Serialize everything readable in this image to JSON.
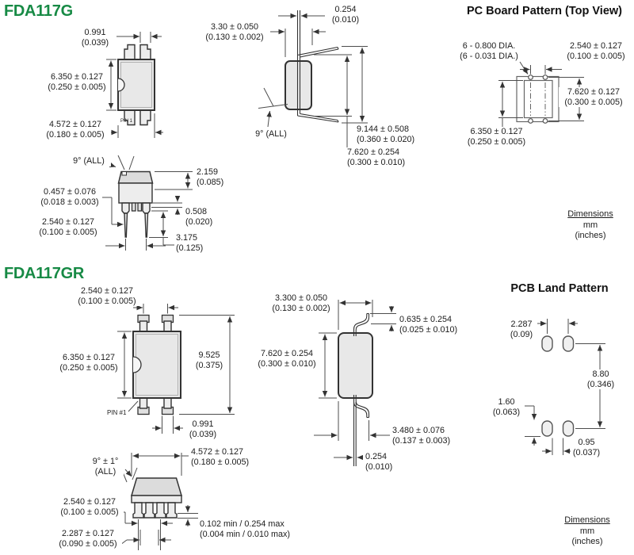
{
  "palette": {
    "accent_green": "#178a45",
    "ink": "#1c1c1c",
    "line": "#4a4a4a",
    "body_fill": "#e8e8e8"
  },
  "notes": {
    "top": {
      "title": "Dimensions",
      "unit_mm": "mm",
      "unit_inches": "(inches)"
    },
    "bottom": {
      "title": "Dimensions",
      "unit_mm": "mm",
      "unit_inches": "(inches)"
    }
  },
  "fda117g": {
    "title": "FDA117G",
    "front": {
      "lead_width": {
        "mm": "0.991",
        "in": "(0.039)"
      },
      "body_height": {
        "mm": "6.350 ± 0.127",
        "in": "(0.250 ± 0.005)"
      },
      "body_width": {
        "mm": "4.572 ± 0.127",
        "in": "(0.180 ± 0.005)"
      },
      "pin1": "PIN 1"
    },
    "side": {
      "lead_thickness": {
        "mm": "0.254",
        "in": "(0.010)"
      },
      "body_depth": {
        "mm": "3.30 ± 0.050",
        "in": "(0.130 ± 0.002)"
      },
      "angle": "9° (ALL)",
      "lead_span": {
        "mm": "9.144 ± 0.508",
        "in": "(0.360 ± 0.020)"
      },
      "seating_span": {
        "mm": "7.620 ± 0.254",
        "in": "(0.300 ± 0.010)"
      }
    },
    "bottom": {
      "angle": "9° (ALL)",
      "standoff": {
        "mm": "2.159",
        "in": "(0.085)"
      },
      "lead_thickness": {
        "mm": "0.457 ± 0.076",
        "in": "(0.018 ± 0.003)"
      },
      "lead_pitch": {
        "mm": "2.540 ± 0.127",
        "in": "(0.100 ± 0.005)"
      },
      "shoulder": {
        "mm": "0.508",
        "in": "(0.020)"
      },
      "lead_length": {
        "mm": "3.175",
        "in": "(0.125)"
      }
    },
    "board_pattern": {
      "title": "PC Board Pattern (Top View)",
      "holes": {
        "mm": "6 - 0.800 DIA.",
        "in": "(6 - 0.031 DIA.)"
      },
      "hole_pitch": {
        "mm": "2.540 ± 0.127",
        "in": "(0.100 ± 0.005)"
      },
      "row_spacing": {
        "mm": "7.620 ± 0.127",
        "in": "(0.300 ± 0.005)"
      },
      "pattern_width": {
        "mm": "6.350 ± 0.127",
        "in": "(0.250 ± 0.005)"
      }
    }
  },
  "fda117gr": {
    "title": "FDA117GR",
    "front": {
      "lead_pitch": {
        "mm": "2.540 ± 0.127",
        "in": "(0.100 ± 0.005)"
      },
      "body_height": {
        "mm": "6.350 ± 0.127",
        "in": "(0.250 ± 0.005)"
      },
      "overall_height": {
        "mm": "9.525",
        "in": "(0.375)"
      },
      "pin1": "PIN #1",
      "lead_width": {
        "mm": "0.991",
        "in": "(0.039)"
      }
    },
    "side": {
      "body_depth": {
        "mm": "3.300 ± 0.050",
        "in": "(0.130 ± 0.002)"
      },
      "lead_tip": {
        "mm": "0.635 ± 0.254",
        "in": "(0.025 ± 0.010)"
      },
      "body_width": {
        "mm": "7.620 ± 0.254",
        "in": "(0.300 ± 0.010)"
      },
      "foot_span": {
        "mm": "3.480 ± 0.076",
        "in": "(0.137 ± 0.003)"
      },
      "lead_thickness": {
        "mm": "0.254",
        "in": "(0.010)"
      }
    },
    "bottom": {
      "body_width": {
        "mm": "4.572 ± 0.127",
        "in": "(0.180 ± 0.005)"
      },
      "angle_line1": "9° ± 1°",
      "angle_line2": "(ALL)",
      "lead_pitch": {
        "mm": "2.540 ± 0.127",
        "in": "(0.100 ± 0.005)"
      },
      "standoff": {
        "mm": "0.102 min / 0.254 max",
        "in": "(0.004 min / 0.010 max)"
      },
      "tip_pitch": {
        "mm": "2.287 ± 0.127",
        "in": "(0.090 ± 0.005)"
      }
    },
    "land_pattern": {
      "title": "PCB Land Pattern",
      "pad_offset": {
        "mm": "2.287",
        "in": "(0.09)"
      },
      "row_spacing": {
        "mm": "8.80",
        "in": "(0.346)"
      },
      "pad_height": {
        "mm": "1.60",
        "in": "(0.063)"
      },
      "pad_width": {
        "mm": "0.95",
        "in": "(0.037)"
      }
    }
  }
}
